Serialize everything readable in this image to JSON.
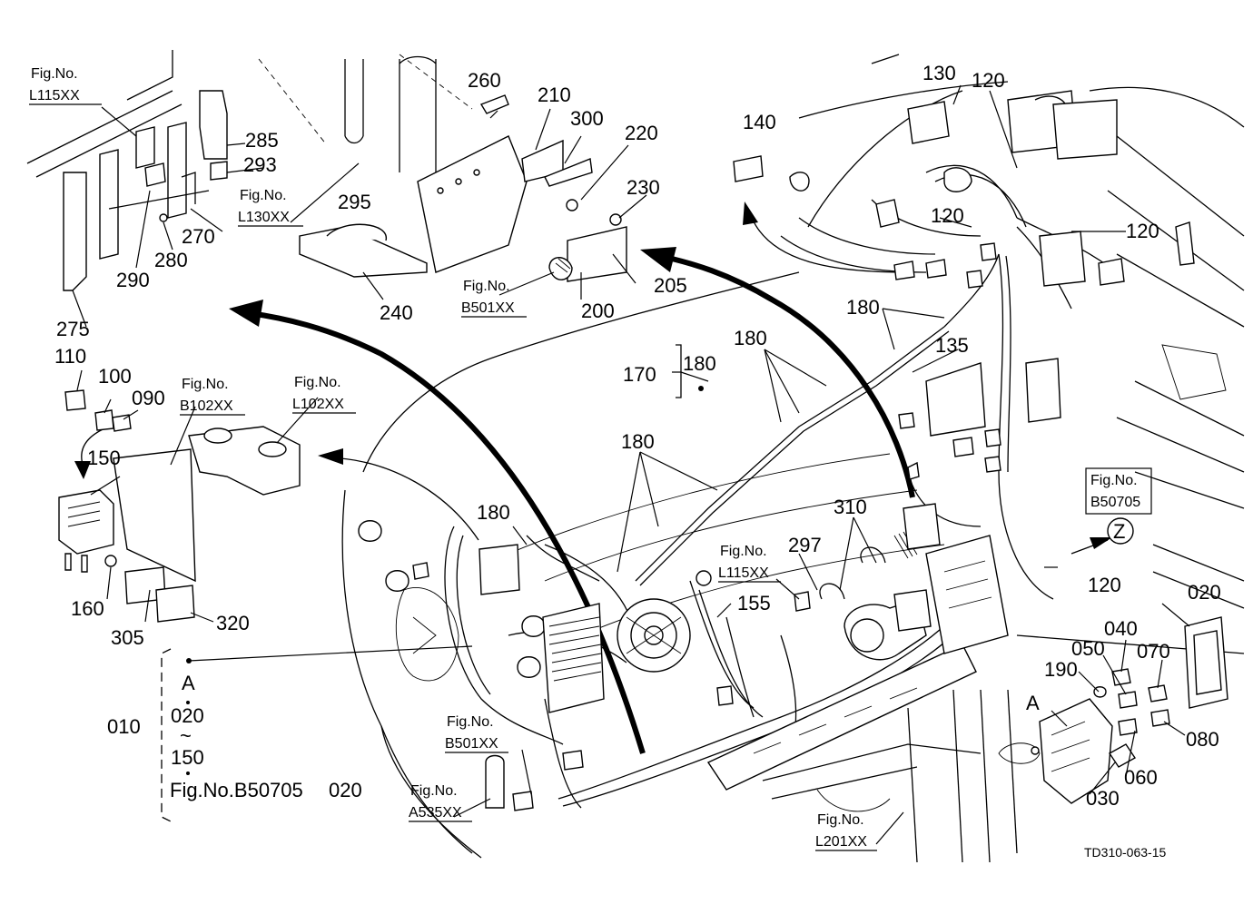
{
  "labels": {
    "p260": "260",
    "p210": "210",
    "p300": "300",
    "p220": "220",
    "p230": "230",
    "p295": "295",
    "p240": "240",
    "p205": "205",
    "p200": "200",
    "p285": "285",
    "p293": "293",
    "p270": "270",
    "p280": "280",
    "p290": "290",
    "p275": "275",
    "p140": "140",
    "p130": "130",
    "p120a": "120",
    "p120b": "120",
    "p120c": "120",
    "p120d": "120",
    "p180a": "180",
    "p180b": "180",
    "p180c": "180",
    "p180d": "180",
    "p180e": "180",
    "p135": "135",
    "p170": "170",
    "p110": "110",
    "p100": "100",
    "p090": "090",
    "p150": "150",
    "p160": "160",
    "p305": "305",
    "p320": "320",
    "p297": "297",
    "p310": "310",
    "p155": "155",
    "p020": "020",
    "p040": "040",
    "p050": "050",
    "p070": "070",
    "p190": "190",
    "p080": "080",
    "p060": "060",
    "p030": "030",
    "markA": "A",
    "markZ": "Z"
  },
  "fig_refs": {
    "l115_top": {
      "title": "Fig.No.",
      "code": "L115XX"
    },
    "l130": {
      "title": "Fig.No.",
      "code": "L130XX"
    },
    "b501_top": {
      "title": "Fig.No.",
      "code": "B501XX"
    },
    "b102": {
      "title": "Fig.No.",
      "code": "B102XX"
    },
    "l102": {
      "title": "Fig.No.",
      "code": "L102XX"
    },
    "b50705": {
      "title": "Fig.No.",
      "code": "B50705"
    },
    "l115_mid": {
      "title": "Fig.No.",
      "code": "L115XX"
    },
    "b501_bot": {
      "title": "Fig.No.",
      "code": "B501XX"
    },
    "a535": {
      "title": "Fig.No.",
      "code": "A535XX"
    },
    "l201": {
      "title": "Fig.No.",
      "code": "L201XX"
    }
  },
  "bracket_010": {
    "main": "010",
    "a": "A",
    "from": "020",
    "tilde": "~",
    "to": "150",
    "ref": "Fig.No.B50705",
    "ref_part": "020"
  },
  "drawing_code": "TD310-063-15"
}
